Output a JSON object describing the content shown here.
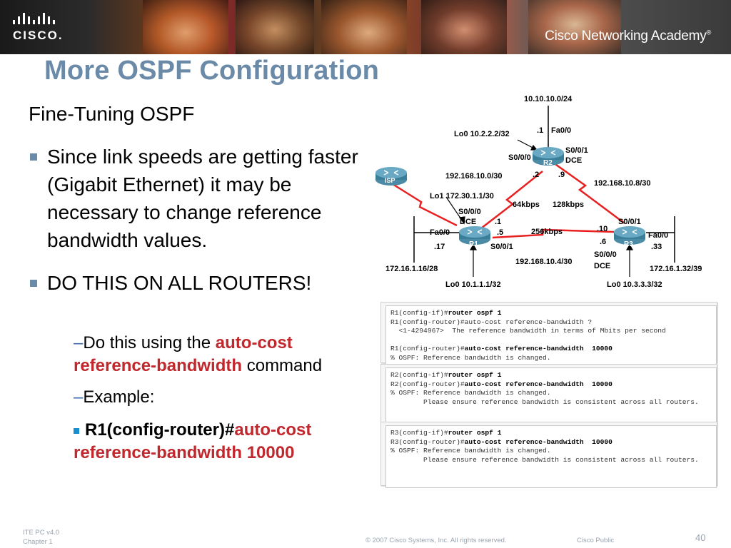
{
  "header": {
    "logo_text": "CISCO.",
    "academy_text": "Cisco Networking Academy",
    "academy_mark": "®"
  },
  "slide": {
    "title": "More OSPF Configuration",
    "subtitle": "Fine-Tuning OSPF",
    "bullet1": "Since link speeds are getting faster  (Gigabit Ethernet) it may be necessary to change reference bandwidth values.",
    "bullet2": "DO THIS ON ALL ROUTERS!",
    "sub1_prefix": "Do this using the ",
    "sub1_red": "auto-cost reference-bandwidth",
    "sub1_suffix": " command",
    "sub2": "Example:",
    "sub3_black": "R1(config-router)#",
    "sub3_red": "auto-cost reference-bandwidth 10000"
  },
  "diagram": {
    "net_top": "10.10.10.0/24",
    "r2_fa": "Fa0/0",
    "r2_fa_addr": ".1",
    "r2_lo": "Lo0 10.2.2.2/32",
    "r2_s000": "S0/0/0",
    "r2_s001": "S0/0/1",
    "r2_dce": "DCE",
    "r2_name": "R2",
    "r2_addr_left": ".2",
    "r2_addr_right": ".9",
    "net_left": "192.168.10.0/30",
    "net_right": "192.168.10.8/30",
    "isp_name": "ISP",
    "r1_lo1": "Lo1 172.30.1.1/30",
    "bw_left": "64kbps",
    "bw_right": "128kbps",
    "r1_s000": "S0/0/0",
    "r1_dce": "DCE",
    "r1_addr_top": ".1",
    "r1_fa": "Fa0/0",
    "r1_addr_5": ".5",
    "r1_addr_17": ".17",
    "r1_name": "R1",
    "r1_s001": "S0/0/1",
    "bw_bottom": "256kbps",
    "r3_addr_10": ".10",
    "r3_addr_6": ".6",
    "r3_s001": "S0/0/1",
    "r3_fa": "Fa0/0",
    "r3_name": "R3",
    "r3_addr_33": ".33",
    "r3_s000": "S0/0/0",
    "r3_dce": "DCE",
    "net_bottom": "192.168.10.4/30",
    "lan_left": "172.16.1.16/28",
    "lan_right": "172.16.1.32/39",
    "r1_lo0": "Lo0 10.1.1.1/32",
    "r3_lo0": "Lo0 10.3.3.3/32"
  },
  "console1": {
    "l1a": "R1(config-if)#",
    "l1b": "router ospf 1",
    "l2a": "R1(config-router)#auto-cost reference-bandwidth ?",
    "l3": "  <1-4294967>  The reference bandwidth in terms of Mbits per second",
    "l4a": "R1(config-router)#",
    "l4b": "auto-cost reference-bandwidth  10000",
    "l5": "% OSPF: Reference bandwidth is changed."
  },
  "console2": {
    "l1a": "R2(config-if)#",
    "l1b": "router ospf 1",
    "l2a": "R2(config-router)#",
    "l2b": "auto-cost reference-bandwidth  10000",
    "l3": "% OSPF: Reference bandwidth is changed.",
    "l4": "        Please ensure reference bandwidth is consistent across all routers."
  },
  "console3": {
    "l1a": "R3(config-if)#",
    "l1b": "router ospf 1",
    "l2a": "R3(config-router)#",
    "l2b": "auto-cost reference-bandwidth  10000",
    "l3": "% OSPF: Reference bandwidth is changed.",
    "l4": "        Please ensure reference bandwidth is consistent across all routers."
  },
  "footer": {
    "left1": "ITE PC v4.0",
    "left2": "Chapter 1",
    "copyright": "© 2007 Cisco Systems, Inc. All rights reserved.",
    "public": "Cisco Public",
    "page": "40"
  },
  "colors": {
    "title": "#6a8aa8",
    "emphasis": "#c0282d",
    "router": "#3a7f9a",
    "link": "#e82020"
  }
}
